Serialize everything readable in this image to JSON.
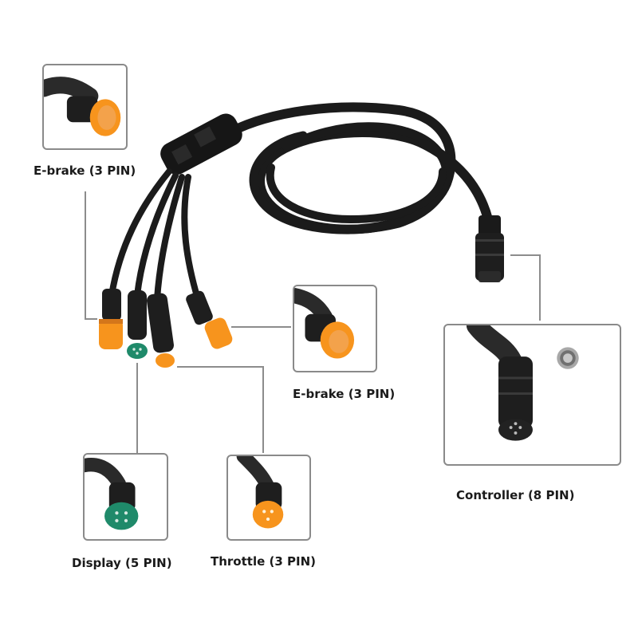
{
  "labels": {
    "ebrake_top": "E-brake (3 PIN)",
    "ebrake_right": "E-brake (3 PIN)",
    "controller": "Controller (8 PIN)",
    "display": "Display (5 PIN)",
    "throttle": "Throttle (3 PIN)"
  },
  "colors": {
    "cable": "#1b1b1b",
    "ebrake_connector": "#f7941d",
    "display_connector": "#1f8a6a",
    "throttle_connector": "#f7941d",
    "line": "#8c8c8c"
  }
}
